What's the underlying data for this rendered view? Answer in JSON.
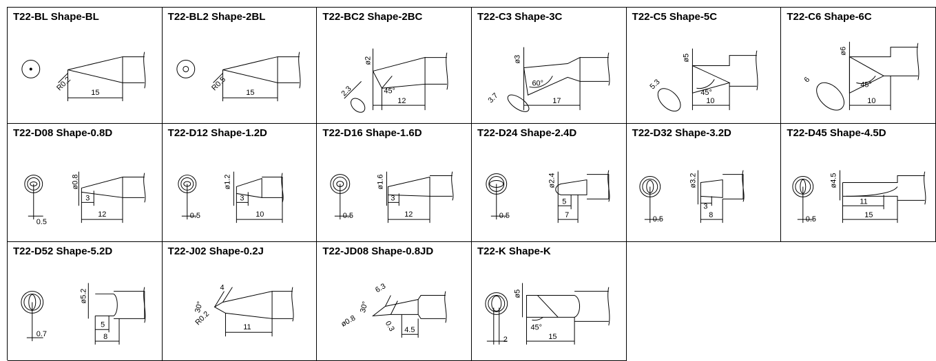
{
  "tips": [
    {
      "title": "T22-BL Shape-BL",
      "dims": {
        "r": "R0.2",
        "len": "15"
      }
    },
    {
      "title": "T22-BL2 Shape-2BL",
      "dims": {
        "r": "R0.5",
        "len": "15"
      }
    },
    {
      "title": "T22-BC2 Shape-2BC",
      "dims": {
        "dia": "ø2",
        "cut": "2.3",
        "angle": "45°",
        "len": "12"
      }
    },
    {
      "title": "T22-C3 Shape-3C",
      "dims": {
        "dia": "ø3",
        "cut": "3.7",
        "angle": "60°",
        "len": "17"
      }
    },
    {
      "title": "T22-C5 Shape-5C",
      "dims": {
        "dia": "ø5",
        "cut": "5.3",
        "angle": "45°",
        "len": "10"
      }
    },
    {
      "title": "T22-C6 Shape-6C",
      "dims": {
        "dia": "ø6",
        "cut": "6",
        "angle": "45°",
        "len": "10"
      }
    },
    {
      "title": "T22-D08 Shape-0.8D",
      "dims": {
        "dia": "ø0.8",
        "flat": "3",
        "len": "12",
        "thick": "0.5"
      }
    },
    {
      "title": "T22-D12 Shape-1.2D",
      "dims": {
        "dia": "ø1.2",
        "flat": "3",
        "len": "10",
        "thick": "0.5"
      }
    },
    {
      "title": "T22-D16 Shape-1.6D",
      "dims": {
        "dia": "ø1.6",
        "flat": "3",
        "len": "12",
        "thick": "0.5"
      }
    },
    {
      "title": "T22-D24 Shape-2.4D",
      "dims": {
        "dia": "ø2.4",
        "flat": "5",
        "len": "7",
        "thick": "0.5"
      }
    },
    {
      "title": "T22-D32 Shape-3.2D",
      "dims": {
        "dia": "ø3.2",
        "flat": "3",
        "len": "8",
        "thick": "0.5"
      }
    },
    {
      "title": "T22-D45 Shape-4.5D",
      "dims": {
        "dia": "ø4.5",
        "flat": "11",
        "len": "15",
        "thick": "0.5"
      }
    },
    {
      "title": "T22-D52 Shape-5.2D",
      "dims": {
        "dia": "ø5.2",
        "flat": "5",
        "len": "8",
        "thick": "0.7"
      }
    },
    {
      "title": "T22-J02 Shape-0.2J",
      "dims": {
        "bend": "4",
        "angle": "30°",
        "r": "R0.2",
        "len": "11"
      }
    },
    {
      "title": "T22-JD08 Shape-0.8JD",
      "dims": {
        "bend": "6.3",
        "angle": "30°",
        "dia": "ø0.8",
        "thick": "0.3",
        "len": "4.5"
      }
    },
    {
      "title": "T22-K Shape-K",
      "dims": {
        "dia": "ø5",
        "angle": "45°",
        "len": "15",
        "thick": "2"
      }
    }
  ]
}
